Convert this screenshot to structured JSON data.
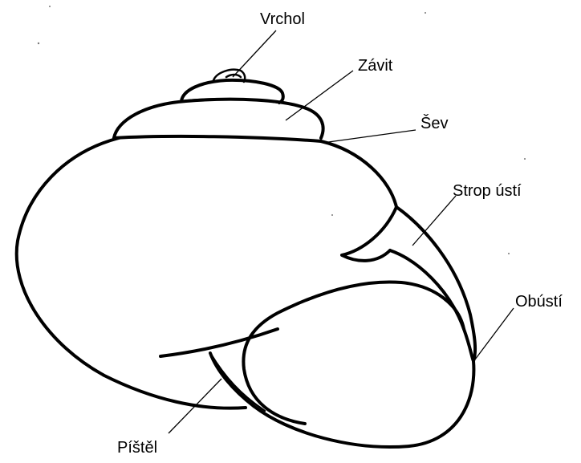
{
  "labels": {
    "vrchol": "Vrchol",
    "zavit": "Závit",
    "sev": "Šev",
    "strop_usti": "Strop ústí",
    "obusti": "Obústí",
    "pistel": "Píštěl"
  }
}
